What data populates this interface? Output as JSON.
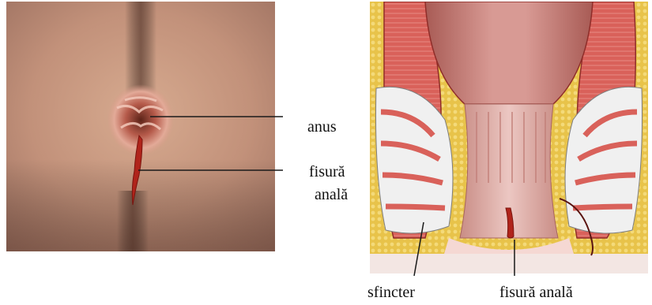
{
  "photo_panel": {
    "labels": {
      "anus": "anus",
      "fissure_line1": "fisură",
      "fissure_line2": "anală"
    }
  },
  "illustration_panel": {
    "labels": {
      "sphincter": "sfincter",
      "fissure": "fisură anală"
    }
  },
  "colors": {
    "background": "#ffffff",
    "skin": "#c99a80",
    "mucosa": "#d98c86",
    "muscle": "#d9615a",
    "fat": "#e8c34a",
    "fissure": "#b0241b",
    "leader_line": "#1a1a1a"
  }
}
